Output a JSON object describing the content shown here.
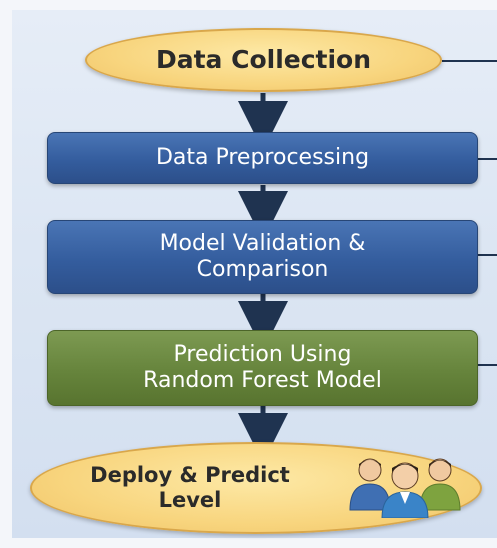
{
  "flowchart": {
    "steps": [
      {
        "label": "Data Collection",
        "shape": "ellipse"
      },
      {
        "label": "Data Preprocessing",
        "shape": "rect"
      },
      {
        "label": "Model Validation &\nComparison",
        "shape": "rect"
      },
      {
        "label": "Prediction Using\nRandom Forest Model",
        "shape": "rect"
      },
      {
        "label": "Deploy & Predict\nLevel",
        "shape": "ellipse"
      }
    ],
    "colors": {
      "ellipse_fill": "#f8d57e",
      "process_blue": "#345d9e",
      "process_green": "#66843c",
      "arrow": "#1f3350",
      "background": "#dce6f3"
    },
    "icons": [
      "people-group-icon"
    ]
  }
}
